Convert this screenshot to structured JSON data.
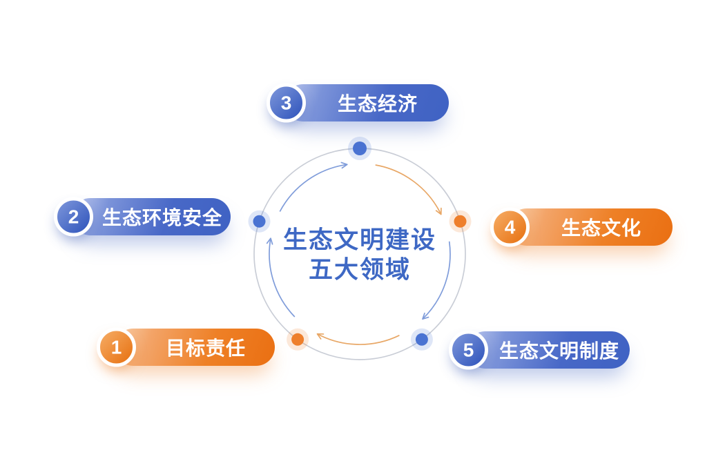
{
  "center": {
    "title_line1": "生态文明建设",
    "title_line2": "五大领域"
  },
  "items": [
    {
      "number": "1",
      "label": "目标责任",
      "color": "orange"
    },
    {
      "number": "2",
      "label": "生态环境安全",
      "color": "blue"
    },
    {
      "number": "3",
      "label": "生态经济",
      "color": "blue"
    },
    {
      "number": "4",
      "label": "生态文化",
      "color": "orange"
    },
    {
      "number": "5",
      "label": "生态文明制度",
      "color": "blue"
    }
  ],
  "cycle": {
    "dot_colors": [
      "blue",
      "orange",
      "blue",
      "orange",
      "blue"
    ],
    "arrow_direction": "clockwise"
  },
  "colors": {
    "blue": "#3f62c3",
    "blue_light": "#c3cdf0",
    "blue_badge_light": "#7e97db",
    "blue_badge_dark": "#2e53bb",
    "orange": "#ea6f12",
    "orange_light": "#f9d2ae",
    "orange_badge_light": "#f6ad66",
    "orange_badge_dark": "#e7700f",
    "arrow_blue": "#7f9cda",
    "arrow_orange": "#e8a766",
    "dot_blue": "#4a73d2",
    "dot_orange": "#ee7f2c",
    "ring": "#c9cdd6",
    "center_text": "#3e68c4"
  }
}
